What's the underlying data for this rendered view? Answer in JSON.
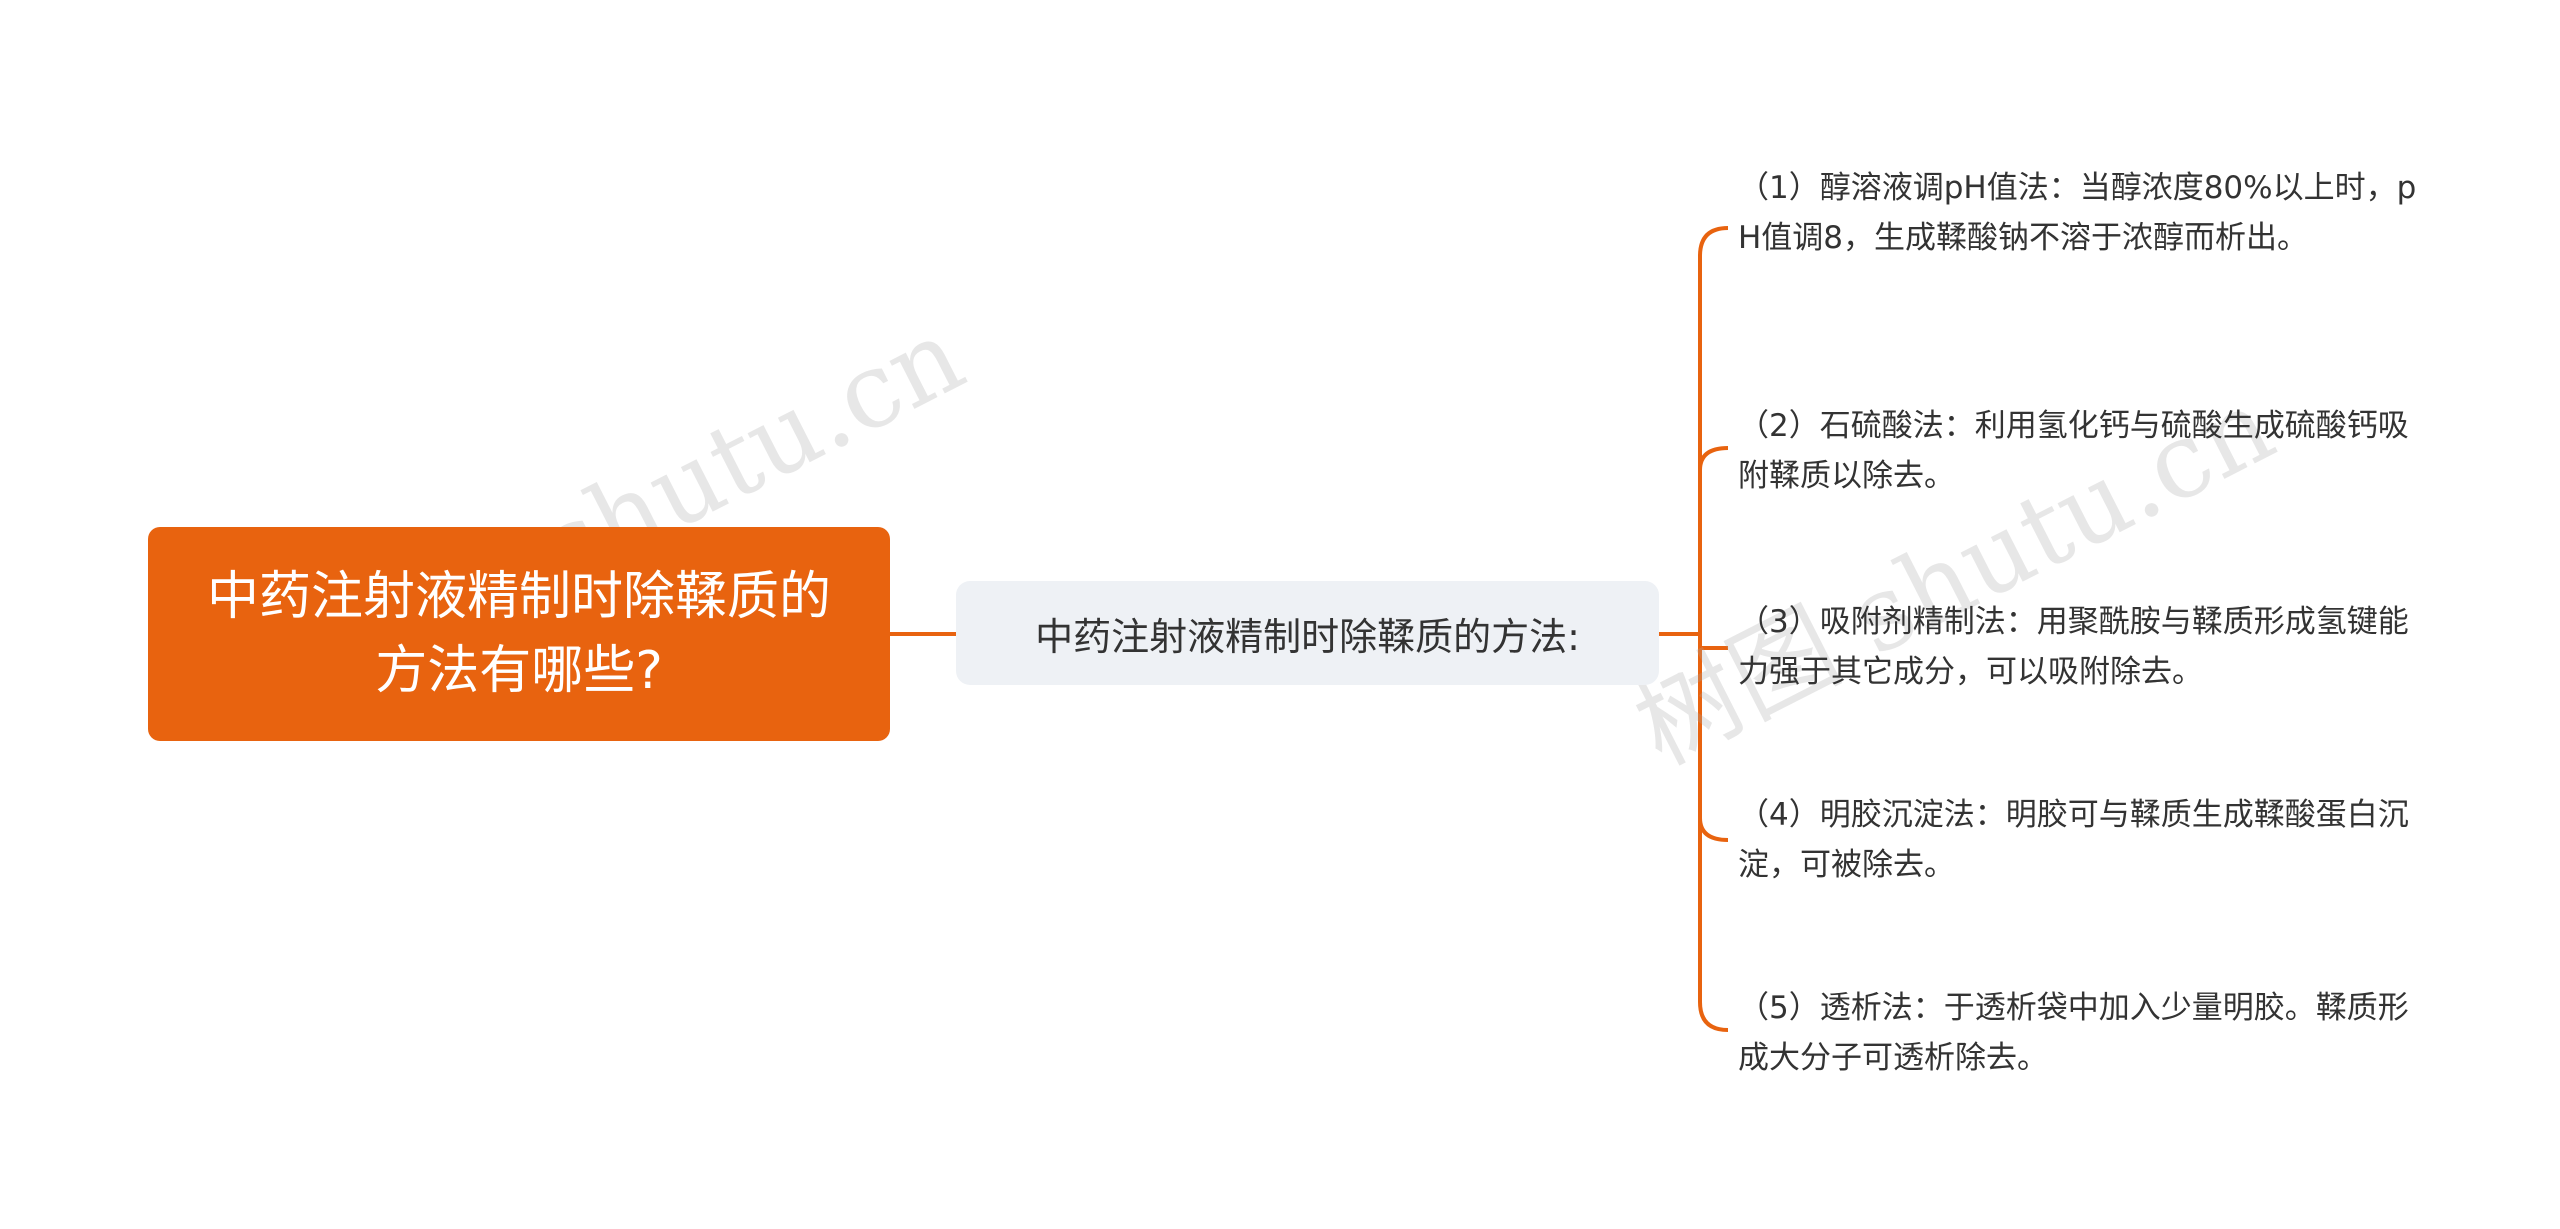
{
  "root": {
    "title": "中药注射液精制时除鞣质的方法有哪些?"
  },
  "branch": {
    "label": "中药注射液精制时除鞣质的方法:"
  },
  "methods": [
    {
      "text": "（1）醇溶液调pH值法：当醇浓度80%以上时，pH值调8，生成鞣酸钠不溶于浓醇而析出。"
    },
    {
      "text": "（2）石硫酸法：利用氢化钙与硫酸生成硫酸钙吸附鞣质以除去。"
    },
    {
      "text": "（3）吸附剂精制法：用聚酰胺与鞣质形成氢键能力强于其它成分，可以吸附除去。"
    },
    {
      "text": "（4）明胶沉淀法：明胶可与鞣质生成鞣酸蛋白沉淀，可被除去。"
    },
    {
      "text": "（5）透析法：于透析袋中加入少量明胶。鞣质形成大分子可透析除去。"
    }
  ],
  "watermarks": [
    {
      "text": "树图 shutu.cn"
    },
    {
      "text": "树图 shutu.cn"
    }
  ],
  "colors": {
    "root_fill": "#e8630f",
    "connector": "#e8630f",
    "branch_fill": "#eef1f5",
    "text": "#333333"
  }
}
